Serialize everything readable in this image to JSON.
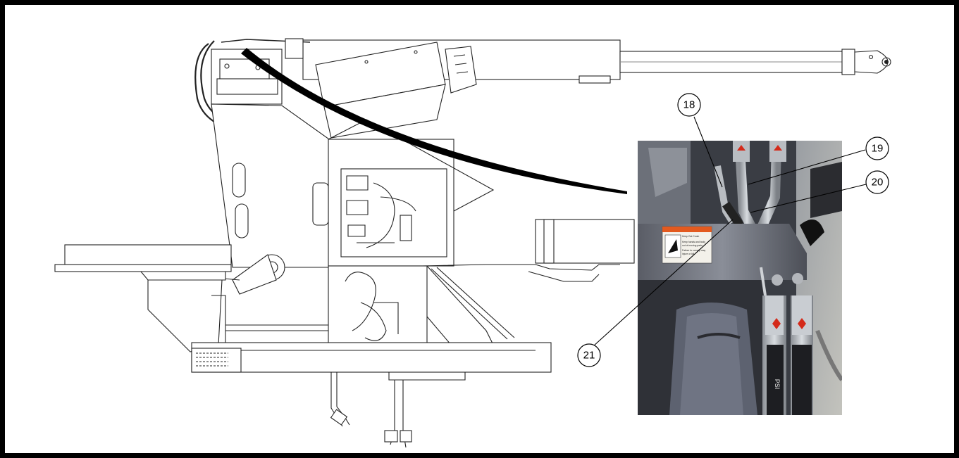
{
  "figure": {
    "callouts": [
      {
        "label": "18"
      },
      {
        "label": "19"
      },
      {
        "label": "20"
      },
      {
        "label": "21"
      }
    ],
    "photo": {
      "warning_lines": [
        "Keep Out Crush",
        "Keep hands and body",
        "out of moving parts",
        "Failure to comply may",
        "injure or kill."
      ],
      "hose_marking": "PSI"
    }
  }
}
